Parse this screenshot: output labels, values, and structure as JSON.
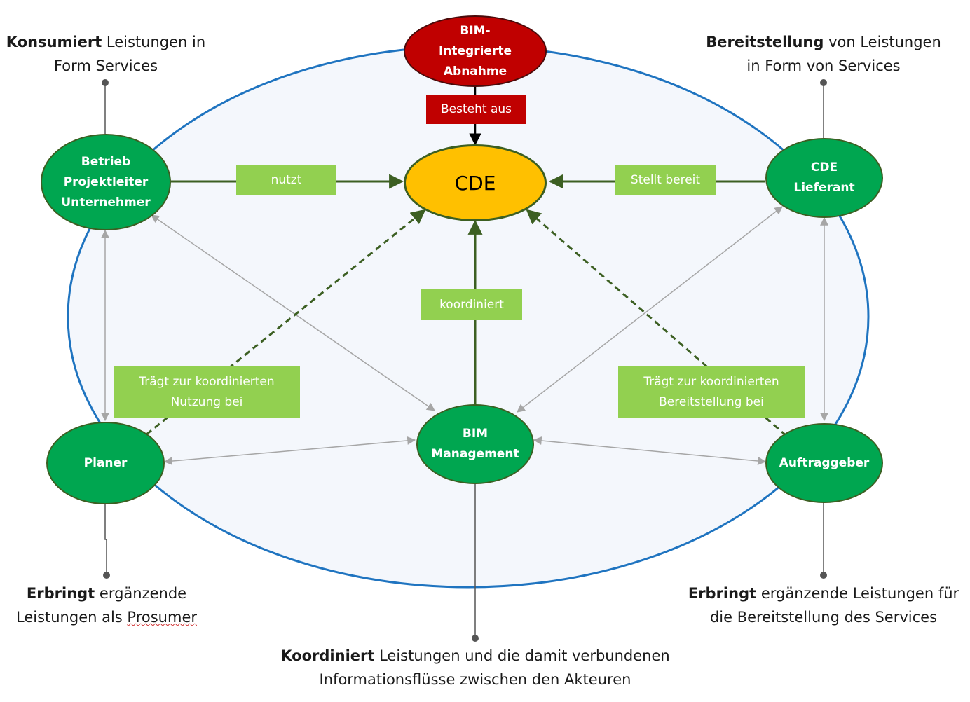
{
  "nodes": {
    "abnahme": [
      "BIM-",
      "Integrierte",
      "Abnahme"
    ],
    "cde": "CDE",
    "betrieb": [
      "Betrieb",
      "Projektleiter",
      "Unternehmer"
    ],
    "lieferant": [
      "CDE",
      "Lieferant"
    ],
    "planer": "Planer",
    "management": [
      "BIM",
      "Management"
    ],
    "auftraggeber": "Auftraggeber"
  },
  "edge_labels": {
    "besteht": "Besteht aus",
    "nutzt": "nutzt",
    "stellt": "Stellt bereit",
    "koordiniert": "koordiniert",
    "traegt_nutzung": [
      "Trägt zur koordinierten",
      "Nutzung bei"
    ],
    "traegt_bereit": [
      "Trägt zur koordinierten",
      "Bereitstellung bei"
    ]
  },
  "notes": {
    "top_left": {
      "bold": "Konsumiert",
      "rest1": " Leistungen in",
      "line2": "Form Services"
    },
    "top_right": {
      "bold": "Bereitstellung",
      "rest1": " von Leistungen",
      "line2": "in Form von Services"
    },
    "bottom_left": {
      "bold": "Erbringt",
      "rest1": " ergänzende",
      "line2_pre": "Leistungen als ",
      "line2_word": "Prosumer"
    },
    "bottom_right": {
      "bold": "Erbringt",
      "rest1": " ergänzende Leistungen für",
      "line2": "die Bereitstellung des Services"
    },
    "bottom_center": {
      "bold": "Koordiniert",
      "rest1": " Leistungen und die damit verbundenen",
      "line2": "Informationsflüsse zwischen den Akteuren"
    }
  },
  "colors": {
    "node_green": "#00a650",
    "node_red": "#c00000",
    "cde_yellow": "#ffc000",
    "label_green": "#92d050",
    "ellipse_border": "#1f74c0",
    "ellipse_fill": "#f4f7fc",
    "edge_dark": "#3c5f22",
    "edge_grey": "#a6a6a6"
  }
}
